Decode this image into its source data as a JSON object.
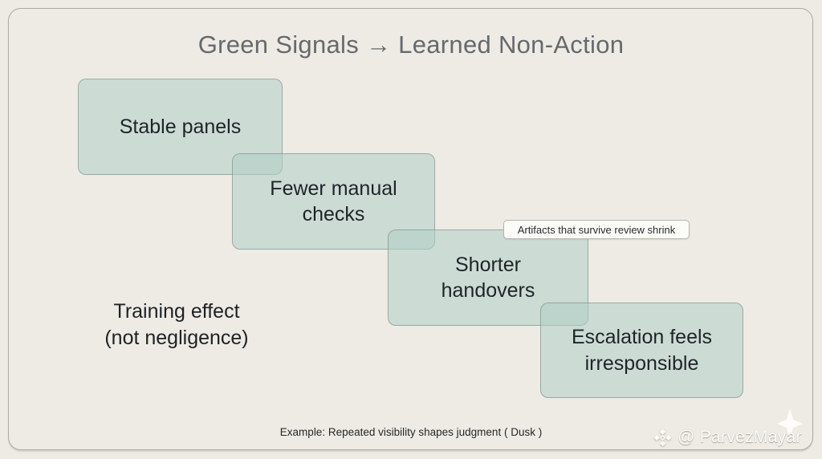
{
  "slide": {
    "title": "Green Signals → Learned Non-Action",
    "boxes": [
      {
        "label": "Stable panels"
      },
      {
        "label": "Fewer manual\nchecks"
      },
      {
        "label": "Shorter\nhandovers"
      },
      {
        "label": "Escalation feels\nirresponsible"
      }
    ],
    "tooltip": "Artifacts that survive review shrink",
    "side_note": "Training effect\n(not negligence)",
    "caption": "Example: Repeated visibility shapes judgment ( Dusk )",
    "watermark": {
      "icon": "diamond-ornament-icon",
      "text": "@ ParvezMayar"
    },
    "colors": {
      "background": "#edebe4",
      "frame_border": "#a7aca7",
      "box_fill": "#cdddd8",
      "box_border": "#7d938e",
      "title_text": "#66696d",
      "body_text": "#1f2429",
      "tooltip_bg": "#fbfbf8",
      "watermark_text": "#fcfcf9"
    }
  }
}
